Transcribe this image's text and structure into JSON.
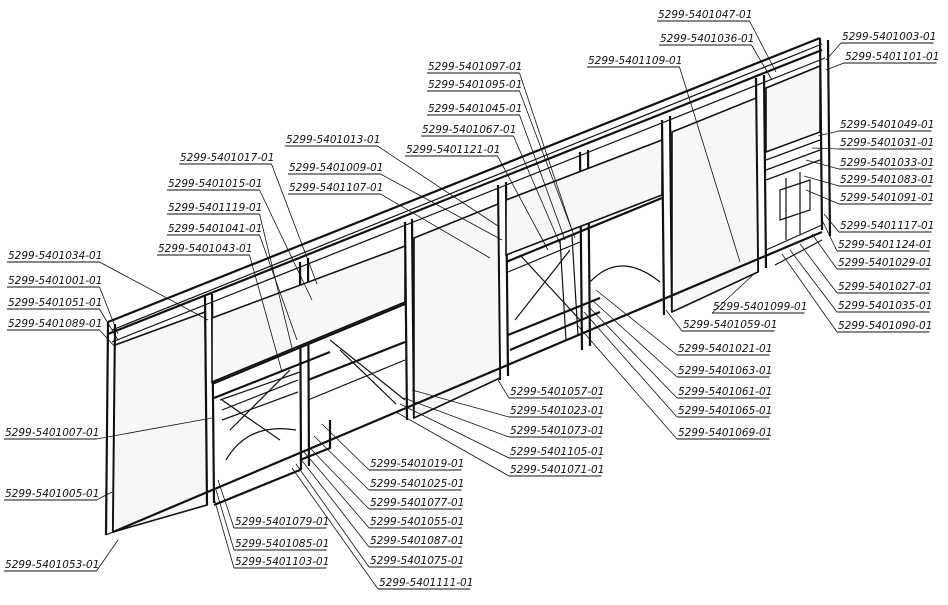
{
  "drawing": {
    "labels": [
      "5299-5401047-01",
      "5299-5401036-01",
      "5299-5401003-01",
      "5299-5401101-01",
      "5299-5401097-01",
      "5299-5401095-01",
      "5299-5401109-01",
      "5299-5401045-01",
      "5299-5401067-01",
      "5299-5401121-01",
      "5299-5401013-01",
      "5299-5401017-01",
      "5299-5401009-01",
      "5299-5401015-01",
      "5299-5401107-01",
      "5299-5401119-01",
      "5299-5401041-01",
      "5299-5401043-01",
      "5299-5401034-01",
      "5299-5401001-01",
      "5299-5401051-01",
      "5299-5401089-01",
      "5299-5401007-01",
      "5299-5401005-01",
      "5299-5401053-01",
      "5299-5401049-01",
      "5299-5401031-01",
      "5299-5401033-01",
      "5299-5401083-01",
      "5299-5401091-01",
      "5299-5401117-01",
      "5299-5401124-01",
      "5299-5401029-01",
      "5299-5401027-01",
      "5299-5401035-01",
      "5299-5401090-01",
      "5299-5401099-01",
      "5299-5401059-01",
      "5299-5401021-01",
      "5299-5401063-01",
      "5299-5401061-01",
      "5299-5401065-01",
      "5299-5401069-01",
      "5299-5401057-01",
      "5299-5401023-01",
      "5299-5401073-01",
      "5299-5401105-01",
      "5299-5401071-01",
      "5299-5401019-01",
      "5299-5401025-01",
      "5299-5401077-01",
      "5299-5401055-01",
      "5299-5401087-01",
      "5299-5401075-01",
      "5299-5401111-01",
      "5299-5401079-01",
      "5299-5401085-01",
      "5299-5401103-01"
    ]
  }
}
